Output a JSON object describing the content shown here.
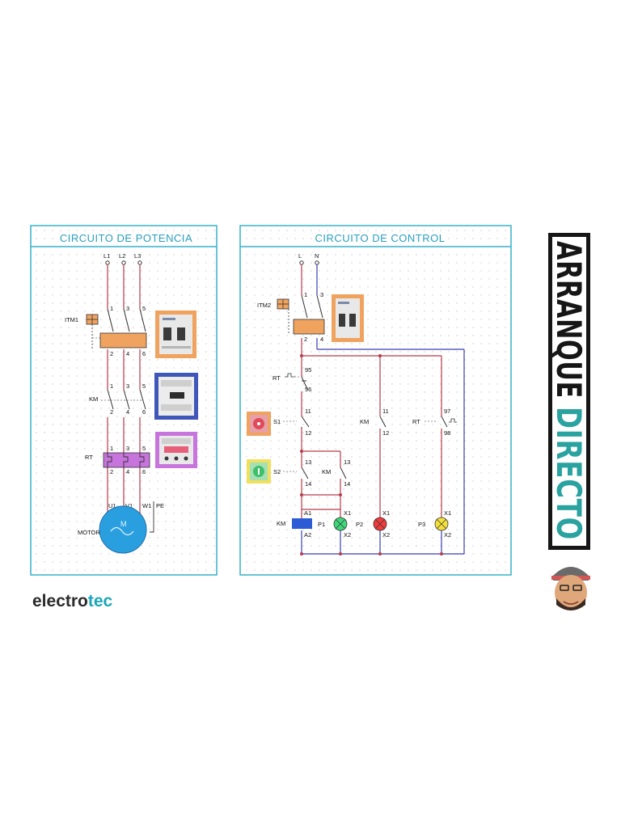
{
  "power_panel": {
    "title": "CIRCUITO  DE  POTENCIA",
    "phases": [
      "L1",
      "L2",
      "L3"
    ],
    "itm_label": "ITM1",
    "km_label": "KM",
    "rt_label": "RT",
    "terminals_top": [
      "1",
      "3",
      "5"
    ],
    "terminals_bottom": [
      "2",
      "4",
      "6"
    ],
    "motor_terminals": [
      "U1",
      "V1",
      "W1"
    ],
    "pe_label": "PE",
    "motor_label": "MOTOR"
  },
  "control_panel": {
    "title": "CIRCUITO  DE  CONTROL",
    "line_label": "L",
    "neutral_label": "N",
    "itm_label": "ITM2",
    "itm_terminals": [
      "1",
      "3",
      "2",
      "4"
    ],
    "rt_label": "RT",
    "rt_contact_top": "95",
    "rt_contact_bottom": "96",
    "s1_label": "S1",
    "s1_terminals": [
      "11",
      "12"
    ],
    "s2_label": "S2",
    "s2_terminals": [
      "13",
      "14"
    ],
    "km_hold_label": "KM",
    "km_hold_terminals": [
      "13",
      "14"
    ],
    "km_aux_label": "KM",
    "km_aux_terminals": [
      "11",
      "12"
    ],
    "rt_aux_label": "RT",
    "rt_aux_terminals": [
      "97",
      "98"
    ],
    "coil_label": "KM",
    "coil_terminals": [
      "A1",
      "A2"
    ],
    "lamps": [
      {
        "label": "P1",
        "color": "#3fd67a"
      },
      {
        "label": "P2",
        "color": "#ef3b3b"
      },
      {
        "label": "P3",
        "color": "#f3e03c"
      }
    ],
    "lamp_terminals": [
      "X1",
      "X2"
    ]
  },
  "side_title": {
    "line1": "ARRANQUE",
    "line2": "DIRECTO"
  },
  "brand": {
    "prefix": "electro",
    "suffix": "tec"
  },
  "colors": {
    "frame": "#35b2c9",
    "wire_red": "#b83a4a",
    "wire_blue": "#3a3fb2",
    "itm_orange": "#f0a35e",
    "contactor_blue": "#3f57b8",
    "relay_purple": "#c774dd",
    "motor_blue": "#2a9fe0",
    "coil_blue": "#2c5bd6",
    "title_dark": "#161616",
    "title_teal": "#2aa3a0",
    "brand_dark": "#2b2b2b",
    "brand_teal": "#1aa6b7"
  }
}
